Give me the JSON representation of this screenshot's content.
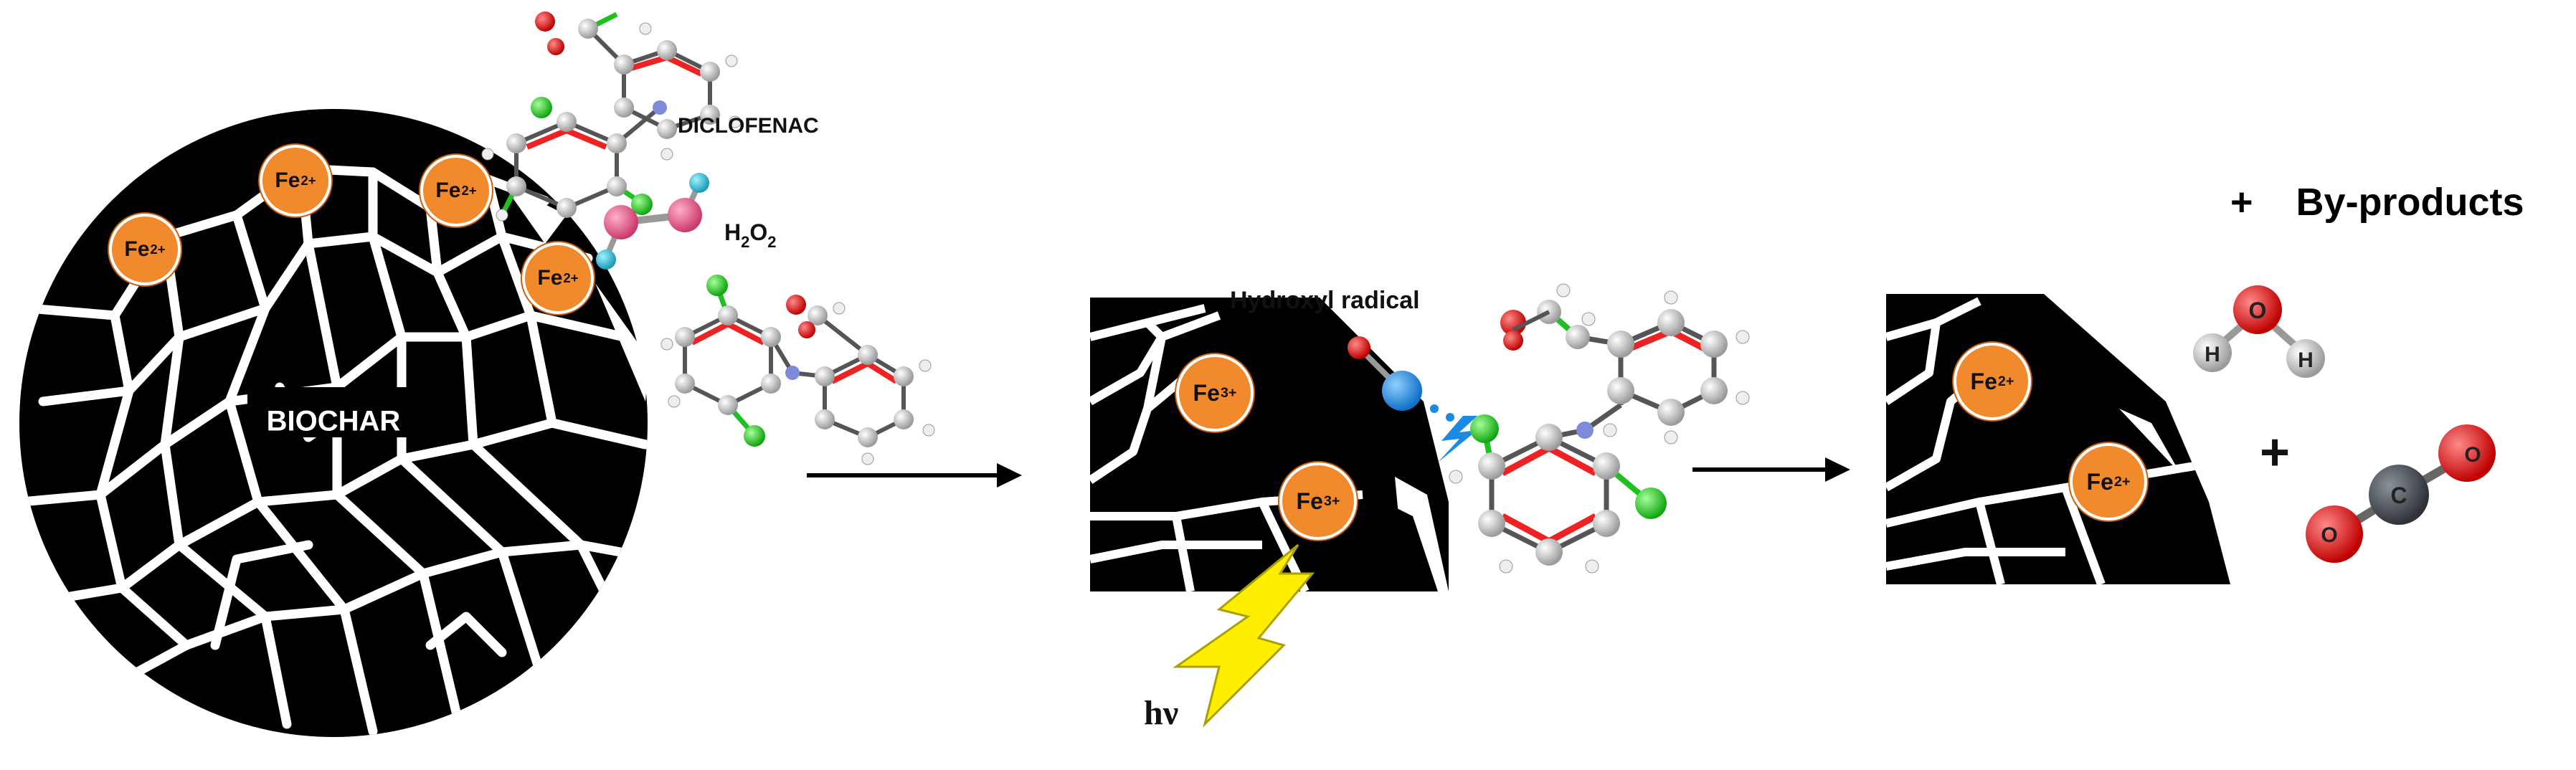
{
  "labels": {
    "biochar": "BIOCHAR",
    "diclofenac": "DICLOFENAC",
    "h2o2_base": "H",
    "h2o2_sub1": "2",
    "h2o2_mid": "O",
    "h2o2_sub2": "2",
    "hydroxyl_radical": "Hydroxyl radical",
    "light": "hν",
    "byproducts": "+    By-products",
    "plus": "+"
  },
  "ions": {
    "fe2": {
      "symbol": "Fe",
      "charge": "2+"
    },
    "fe3": {
      "symbol": "Fe",
      "charge": "3+"
    }
  },
  "atoms": {
    "water_o": "O",
    "water_h1": "H",
    "water_h2": "H",
    "co2_c": "C",
    "co2_o1": "O",
    "co2_o2": "O"
  },
  "colors": {
    "biochar": "#000000",
    "pore_lines": "#ffffff",
    "iron": "#f08a2c",
    "carbon_atom": "#c8c8c8",
    "oxygen_atom": "#e01010",
    "chlorine_atom": "#22cc22",
    "nitrogen_atom": "#7d8bd8",
    "hydroxyl": "#1a8be0",
    "lightning": "#ffee00"
  }
}
